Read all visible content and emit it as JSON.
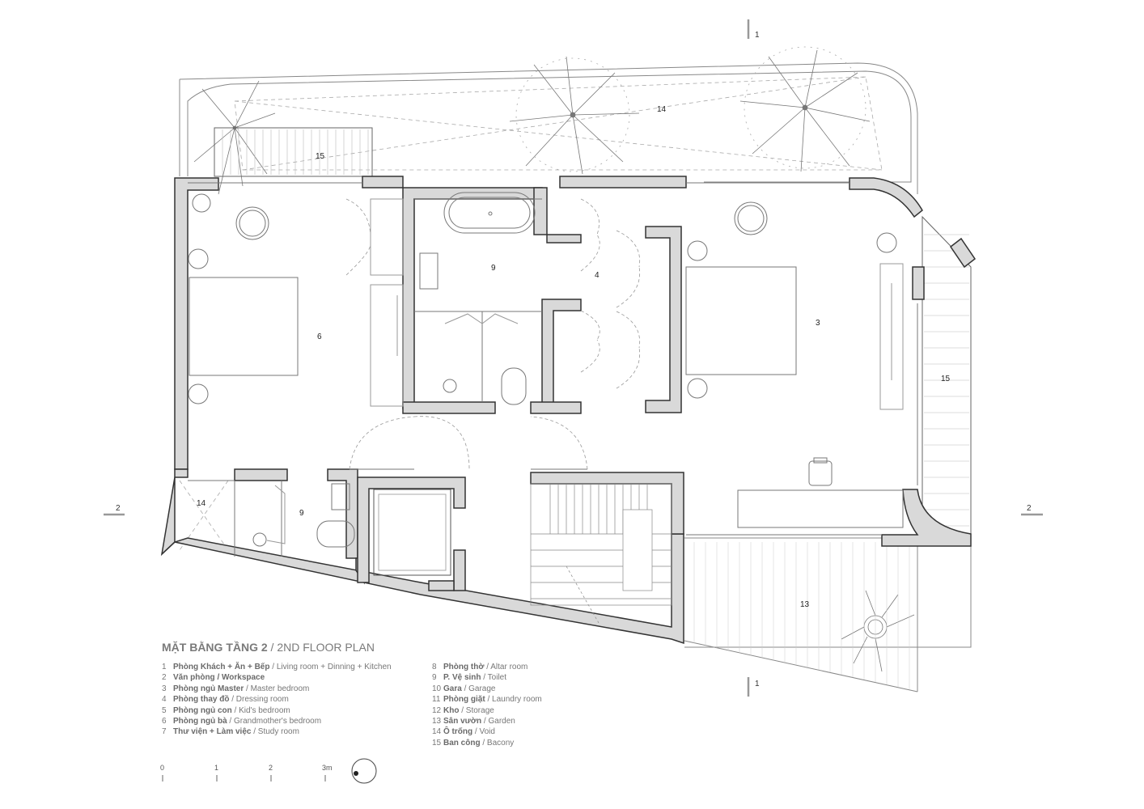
{
  "title": {
    "vi": "MẶT BẰNG TẦNG 2",
    "sep": " / ",
    "en": "2ND FLOOR PLAN"
  },
  "legend": [
    {
      "num": "1",
      "vi": "Phòng Khách + Ăn + Bếp",
      "en": "Living room + Dinning + Kitchen"
    },
    {
      "num": "2",
      "vi": "Văn phòng / Workspace",
      "en": ""
    },
    {
      "num": "3",
      "vi": "Phòng ngủ Master",
      "en": "Master bedroom"
    },
    {
      "num": "4",
      "vi": "Phòng thay đồ",
      "en": "Dressing room"
    },
    {
      "num": "5",
      "vi": "Phòng ngủ con",
      "en": "Kid's bedroom"
    },
    {
      "num": "6",
      "vi": "Phòng ngủ bà",
      "en": "Grandmother's bedroom"
    },
    {
      "num": "7",
      "vi": "Thư viện + Làm việc",
      "en": "Study room"
    },
    {
      "num": "8",
      "vi": "Phòng thờ",
      "en": "Altar room"
    },
    {
      "num": "9",
      "vi": "P. Vệ sinh",
      "en": "Toilet"
    },
    {
      "num": "10",
      "vi": "Gara",
      "en": "Garage"
    },
    {
      "num": "11",
      "vi": "Phòng giặt",
      "en": "Laundry room"
    },
    {
      "num": "12",
      "vi": "Kho",
      "en": "Storage"
    },
    {
      "num": "13",
      "vi": "Sân vườn",
      "en": "Garden"
    },
    {
      "num": "14",
      "vi": "Ô trống",
      "en": "Void"
    },
    {
      "num": "15",
      "vi": "Ban công",
      "en": "Bacony"
    }
  ],
  "room_labels": {
    "void_top": "14",
    "balcony_top": "15",
    "bedroom_grandma": "6",
    "toilet_top": "9",
    "dressing": "4",
    "master": "3",
    "balcony_right": "15",
    "void_left": "14",
    "toilet_bottom": "9",
    "garden": "13"
  },
  "section_marks": {
    "top": "1",
    "bottom": "1",
    "left": "2",
    "right": "2"
  },
  "scale_bar": [
    "0",
    "1",
    "2",
    "3m"
  ]
}
